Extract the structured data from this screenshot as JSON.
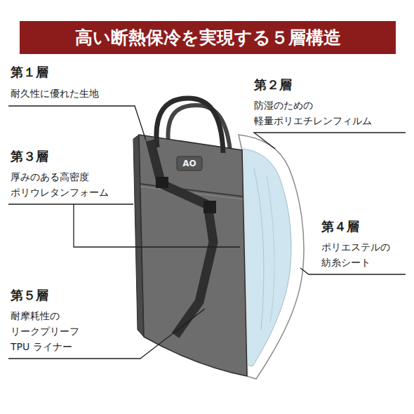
{
  "diagram": {
    "title": "高い断熱保冷を実現する５層構造",
    "labels": [
      "第１層",
      "耐久性に優れた生地",
      "第２層",
      "防湿のための",
      "軽量ポリエチレンフィルム",
      "第３層",
      "厚みのある高密度",
      "ポリウレタンフォーム",
      "第４層",
      "ポリエステルの",
      "紡糸シート",
      "第５層",
      "耐摩耗性の",
      "リークプリーフ",
      "TPU ライナー",
      "AO"
    ]
  }
}
